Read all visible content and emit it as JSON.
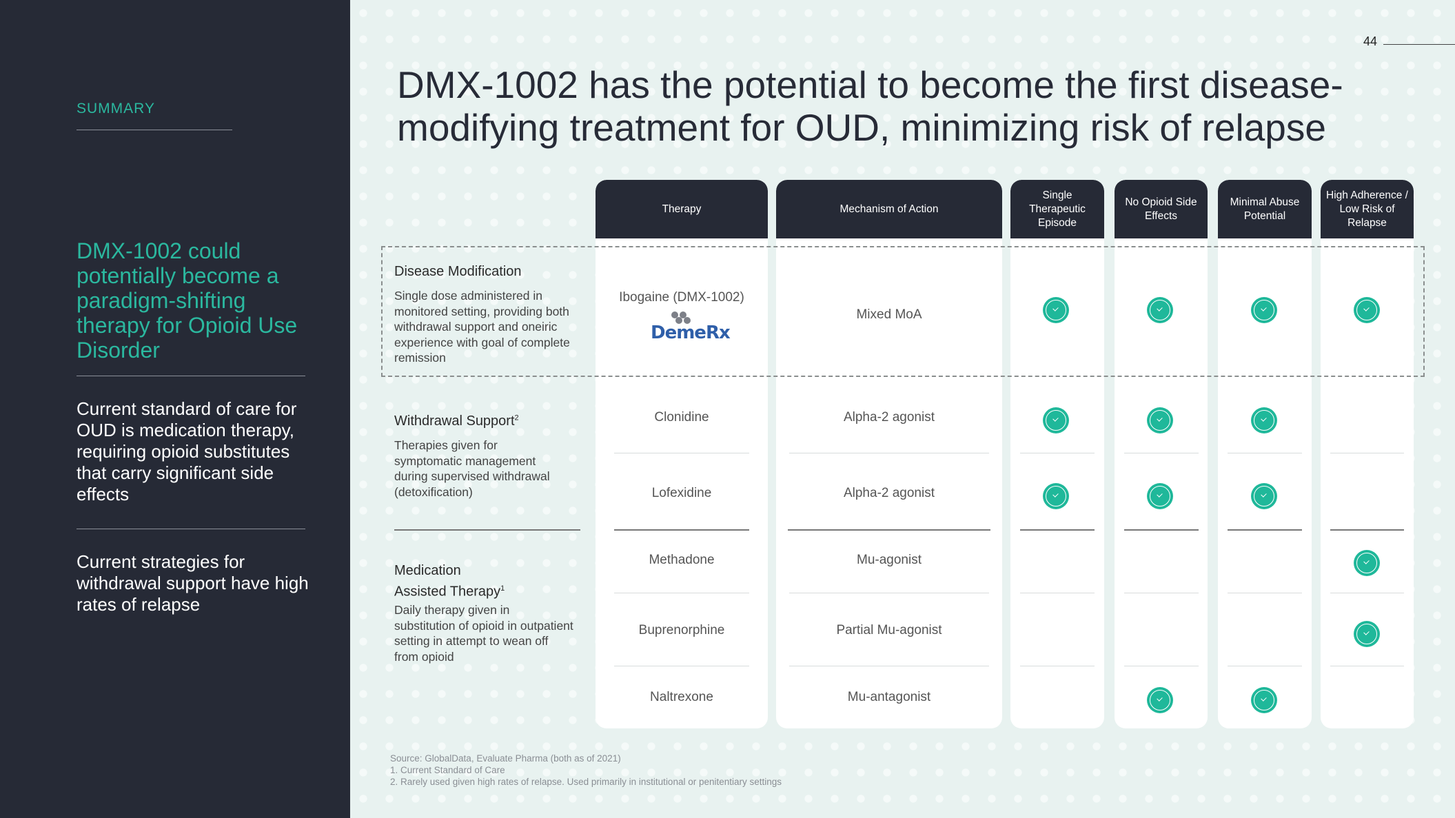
{
  "page_number": "44",
  "title": "DMX-1002 has the potential to become the first disease-modifying treatment for OUD, minimizing risk of relapse",
  "sidebar": {
    "label": "SUMMARY",
    "headline": "DMX-1002 could potentially become a paradigm-shifting therapy for Opioid Use Disorder",
    "point1": "Current standard of care for OUD is medication therapy, requiring opioid substitutes that carry significant side effects",
    "point2": "Current strategies for withdrawal support have high rates of relapse"
  },
  "columns": {
    "therapy": "Therapy",
    "moa": "Mechanism of Action",
    "single": "Single Therapeutic Episode",
    "noside": "No Opioid Side Effects",
    "abuse": "Minimal Abuse Potential",
    "adherence": "High Adherence / Low Risk of Relapse"
  },
  "groups": {
    "disease": {
      "title": "Disease Modification",
      "desc": "Single dose administered in monitored setting, providing both withdrawal support and oneiric experience with goal of complete remission"
    },
    "withdrawal": {
      "title": "Withdrawal Support",
      "sup": "2",
      "desc": "Therapies given for symptomatic management during supervised withdrawal (detoxification)"
    },
    "mat": {
      "title_line1": "Medication",
      "title_line2": "Assisted Therapy",
      "sup": "1",
      "desc": "Daily therapy given in substitution of opioid in outpatient setting in attempt to wean off from opioid"
    }
  },
  "rows": [
    {
      "therapy": "Ibogaine (DMX-1002)",
      "moa": "Mixed MoA",
      "single": true,
      "noside": true,
      "abuse": true,
      "adherence": true
    },
    {
      "therapy": "Clonidine",
      "moa": "Alpha-2 agonist",
      "single": true,
      "noside": true,
      "abuse": true,
      "adherence": false
    },
    {
      "therapy": "Lofexidine",
      "moa": "Alpha-2 agonist",
      "single": true,
      "noside": true,
      "abuse": true,
      "adherence": false
    },
    {
      "therapy": "Methadone",
      "moa": "Mu-agonist",
      "single": false,
      "noside": false,
      "abuse": false,
      "adherence": true
    },
    {
      "therapy": "Buprenorphine",
      "moa": "Partial Mu-agonist",
      "single": false,
      "noside": false,
      "abuse": false,
      "adherence": true
    },
    {
      "therapy": "Naltrexone",
      "moa": "Mu-antagonist",
      "single": false,
      "noside": true,
      "abuse": true,
      "adherence": false
    }
  ],
  "logo_text": "DemeRx",
  "footer": {
    "source": "Source: GlobalData, Evaluate Pharma (both as of 2021)",
    "note1": "1.   Current Standard of Care",
    "note2": "2.   Rarely used given high rates of relapse. Used primarily in institutional or penitentiary settings"
  },
  "colors": {
    "accent": "#2bb89f",
    "dark": "#262a36",
    "check": "#1fb89a",
    "logo": "#2f5fa9"
  }
}
